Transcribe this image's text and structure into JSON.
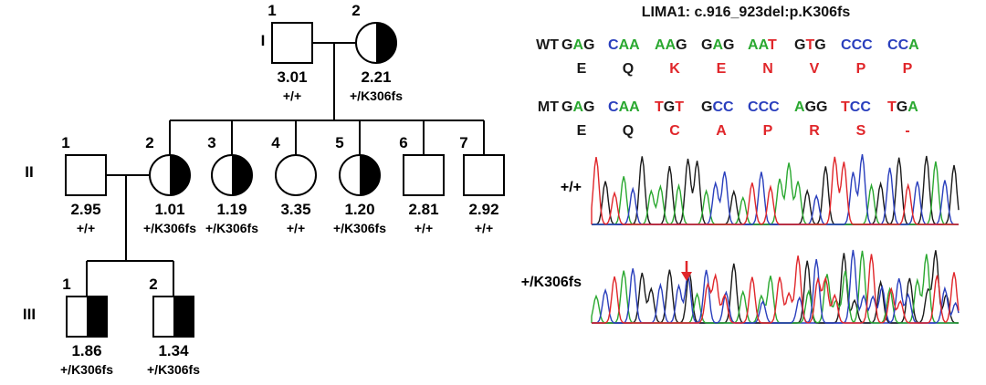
{
  "colors": {
    "A": "#2aa830",
    "C": "#2a3fbd",
    "G": "#1a1a1a",
    "T": "#e0262a",
    "aa_normal": "#1a1a1a",
    "aa_changed": "#e0262a",
    "arrow": "#e0262a"
  },
  "pedigree": {
    "generations": [
      {
        "label": "I",
        "members": [
          {
            "num": "1",
            "sex": "male",
            "status": "unaffected",
            "value": "3.01",
            "genotype": "+/+"
          },
          {
            "num": "2",
            "sex": "female",
            "status": "carrier",
            "value": "2.21",
            "genotype": "+/K306fs"
          }
        ]
      },
      {
        "label": "II",
        "members": [
          {
            "num": "1",
            "sex": "male",
            "status": "unaffected",
            "value": "2.95",
            "genotype": "+/+"
          },
          {
            "num": "2",
            "sex": "female",
            "status": "carrier",
            "value": "1.01",
            "genotype": "+/K306fs"
          },
          {
            "num": "3",
            "sex": "female",
            "status": "carrier",
            "value": "1.19",
            "genotype": "+/K306fs"
          },
          {
            "num": "4",
            "sex": "female",
            "status": "unaffected",
            "value": "3.35",
            "genotype": "+/+"
          },
          {
            "num": "5",
            "sex": "female",
            "status": "carrier",
            "value": "1.20",
            "genotype": "+/K306fs"
          },
          {
            "num": "6",
            "sex": "male",
            "status": "unaffected",
            "value": "2.81",
            "genotype": "+/+"
          },
          {
            "num": "7",
            "sex": "male",
            "status": "unaffected",
            "value": "2.92",
            "genotype": "+/+"
          }
        ]
      },
      {
        "label": "III",
        "members": [
          {
            "num": "1",
            "sex": "male",
            "status": "carrier",
            "value": "1.86",
            "genotype": "+/K306fs"
          },
          {
            "num": "2",
            "sex": "male",
            "status": "carrier",
            "value": "1.34",
            "genotype": "+/K306fs"
          }
        ]
      }
    ]
  },
  "sequence": {
    "title": "LIMA1: c.916_923del:p.K306fs",
    "wt": {
      "label": "WT",
      "codons": [
        "GAG",
        "CAA",
        "AAG",
        "GAG",
        "AAT",
        "GTG",
        "CCC",
        "CCA"
      ],
      "aa": [
        "E",
        "Q",
        "K",
        "E",
        "N",
        "V",
        "P",
        "P"
      ],
      "aa_changed": [
        false,
        false,
        true,
        true,
        true,
        true,
        true,
        true
      ]
    },
    "mt": {
      "label": "MT",
      "codons": [
        "GAG",
        "CAA",
        "TGT",
        "GCC",
        "CCC",
        "AGG",
        "TCC",
        "TGA"
      ],
      "aa": [
        "E",
        "Q",
        "C",
        "A",
        "P",
        "R",
        "S",
        "-"
      ],
      "aa_changed": [
        false,
        false,
        true,
        true,
        true,
        true,
        true,
        true
      ]
    }
  },
  "chromatograms": [
    {
      "label": "+/+"
    },
    {
      "label": "+/K306fs"
    }
  ]
}
